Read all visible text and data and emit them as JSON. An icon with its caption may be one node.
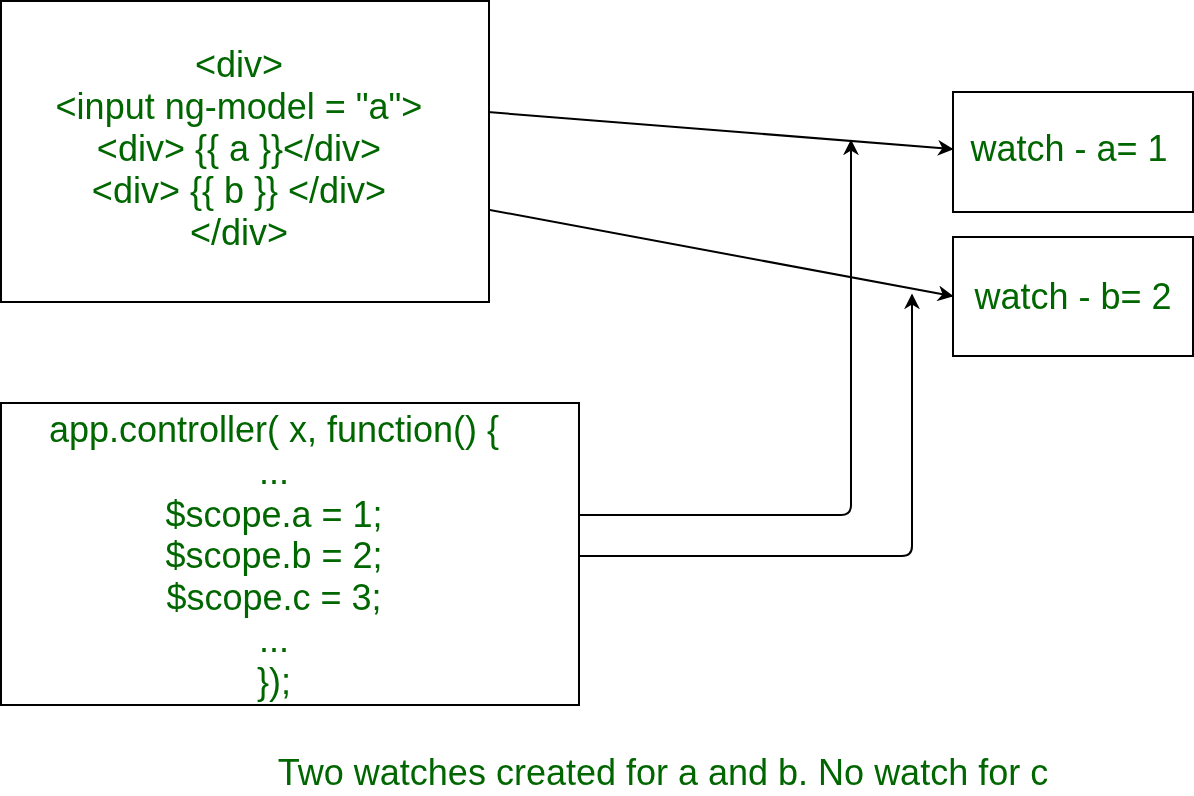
{
  "diagram": {
    "caption": "Two watches created for a and b. No watch for c",
    "nodes": [
      {
        "text": [],
        "shape": "box"
      },
      {
        "text": [
          "<div>"
        ],
        "in": 0
      },
      {
        "text": [
          "<input ng-model = \"a\">"
        ],
        "in": 0
      },
      {
        "text": [
          "<div> {{ a }}</div>"
        ],
        "in": 0
      },
      {
        "text": [
          "<div> {{ b }} </div>"
        ],
        "in": 0
      },
      {
        "text": [
          "</div>"
        ],
        "in": 0
      },
      {
        "text": [
          "watch - a= 1"
        ]
      },
      {
        "text": [
          "watch - b= 2"
        ]
      },
      {
        "text": [],
        "shape": "box"
      },
      {
        "text": [
          "app.controller( x, function() {"
        ],
        "in": 8
      },
      {
        "text": [
          "..."
        ],
        "in": 8
      },
      {
        "text": [
          "$scope.a = 1;"
        ],
        "in": 8
      },
      {
        "text": [
          "$scope.b = 2;"
        ],
        "in": 8
      },
      {
        "text": [
          "$scope.c = 3;"
        ],
        "in": 8
      },
      {
        "text": [
          "..."
        ],
        "in": 8
      },
      {
        "text": [
          "});"
        ],
        "in": 8
      }
    ],
    "edges": [
      {
        "from": 2,
        "to": 6,
        "arrow": "to"
      },
      {
        "from": 4,
        "to": 7,
        "arrow": "to"
      },
      {
        "from": 11,
        "to": null,
        "arrow": "to"
      },
      {
        "from": 12,
        "to": null,
        "arrow": "to"
      }
    ]
  }
}
